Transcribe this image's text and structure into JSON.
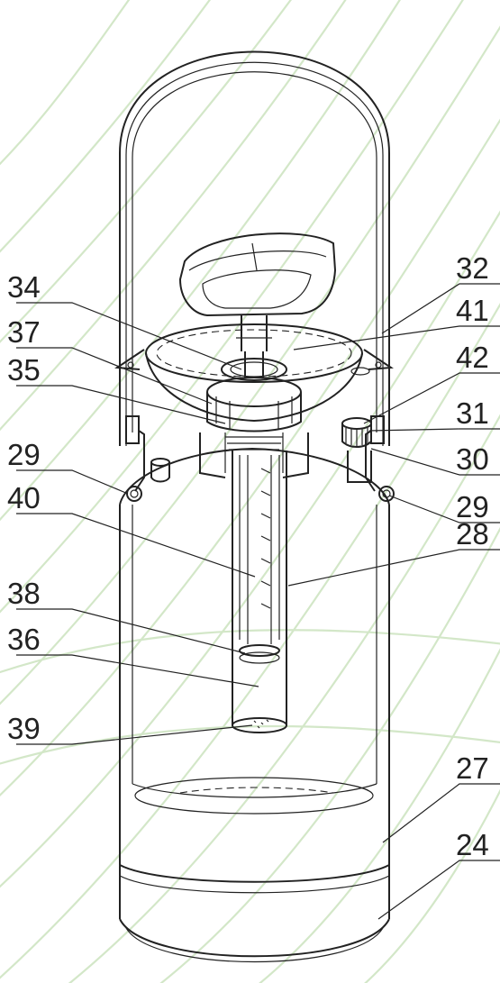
{
  "figure": {
    "labels_left": [
      "34",
      "37",
      "35",
      "29",
      "40",
      "38",
      "36",
      "39"
    ],
    "labels_right": [
      "32",
      "41",
      "42",
      "31",
      "30",
      "29",
      "28",
      "27",
      "24"
    ]
  },
  "colors": {
    "line": "#222222",
    "watermark": "#d3e7c8",
    "background": "#ffffff"
  }
}
